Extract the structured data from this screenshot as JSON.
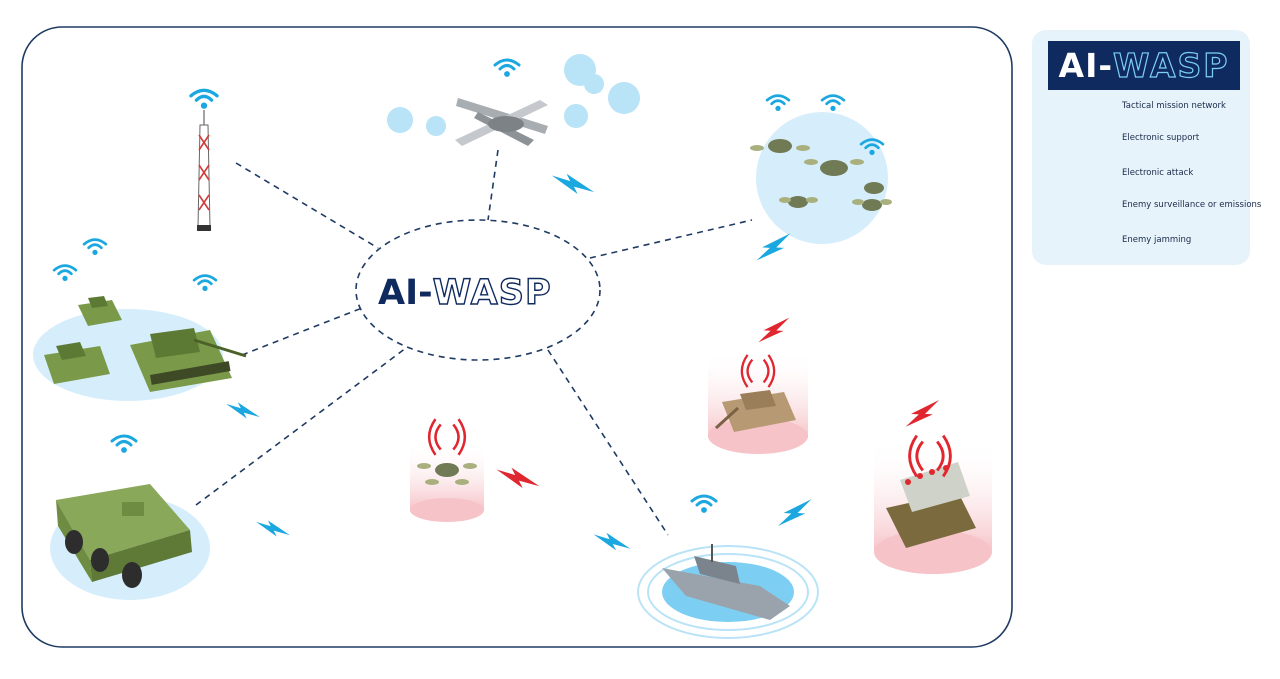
{
  "center": {
    "logo_ai": "AI-",
    "logo_wasp": "WASP"
  },
  "legend": {
    "logo_ai": "AI-",
    "logo_wasp": "WASP",
    "items": [
      {
        "icon": "dashed-line",
        "label": "Tactical mission network",
        "color": "#1f3b63"
      },
      {
        "icon": "wifi-signal-icon",
        "label": "Electronic support",
        "color": "#1ba7e0"
      },
      {
        "icon": "lightning-icon",
        "label": "Electronic attack",
        "color": "#1ba7e0"
      },
      {
        "icon": "wifi-signal-icon",
        "label": "Enemy surveillance or emissions",
        "color": "#e0262e"
      },
      {
        "icon": "lightning-icon",
        "label": "Enemy jamming",
        "color": "#e0262e"
      }
    ]
  },
  "colors": {
    "navy": "#0f2a5f",
    "support": "#1ba7e0",
    "enemy": "#e0262e",
    "friendly_zone": "#d6eefb",
    "enemy_zone": "#fbdde0",
    "military_green": "#7a9a4a"
  }
}
